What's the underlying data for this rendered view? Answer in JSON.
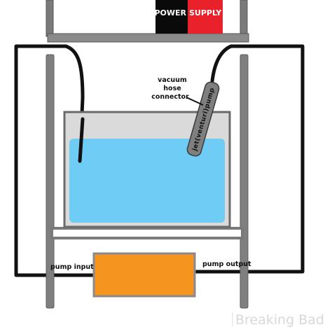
{
  "power_supply": {
    "label_left": "POWER",
    "label_right": "SUPPLY",
    "negative_color": "#0a0a0a",
    "positive_color": "#e8212b"
  },
  "labels": {
    "vacuum_line1": "vacuum",
    "vacuum_line2": "hose",
    "vacuum_line3": "connector",
    "jet_pump": "jet(venturi)pump",
    "pump_input": "pump input",
    "pump_output": "pump output"
  },
  "watermark": "Breaking Bad",
  "colors": {
    "water": "#6fcdf5",
    "pump": "#f5951f",
    "frame": "#7f7f7f",
    "tank": "#dadada",
    "wire": "#111111"
  }
}
